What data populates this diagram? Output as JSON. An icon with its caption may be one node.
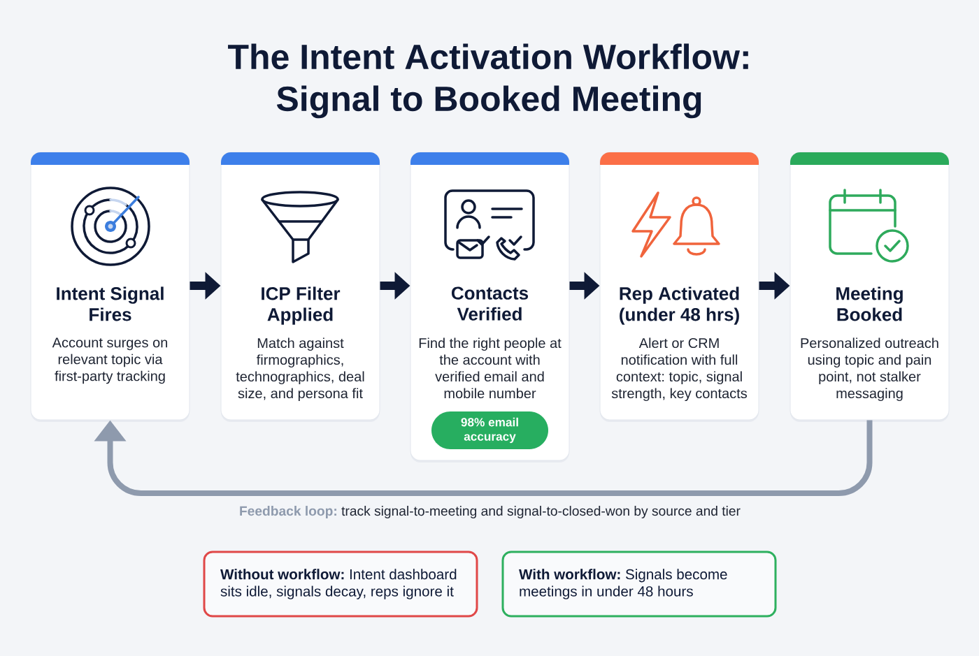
{
  "diagram": {
    "title": "The Intent Activation Workflow: Signal to Booked Meeting",
    "nodes": [
      {
        "text": [
          "Intent Signal Fires",
          "Account surges on relevant topic via first-party tracking"
        ]
      },
      {
        "text": [
          "ICP Filter Applied",
          "Match against firmographics, technographics, deal size, and persona fit"
        ]
      },
      {
        "text": [
          "Contacts Verified",
          "Find the right people at the account with verified email and mobile number"
        ]
      },
      {
        "text": [
          "98% email accuracy"
        ],
        "in": 2
      },
      {
        "text": [
          "Rep Activated (under 48 hrs)",
          "Alert or CRM notification with full context: topic, signal strength, key contacts"
        ]
      },
      {
        "text": [
          "Meeting Booked",
          "Personalized outreach using topic and pain point, not stalker messaging"
        ]
      },
      {
        "text": [
          "**Without workflow:** Intent dashboard sits idle, signals decay, reps ignore it"
        ]
      },
      {
        "text": [
          "**With workflow:** Signals become meetings in under 48 hours"
        ]
      }
    ],
    "edges": [
      {
        "from": 0,
        "to": 1,
        "arrow": "to"
      },
      {
        "from": 1,
        "to": 2,
        "arrow": "to"
      },
      {
        "from": 2,
        "to": 4,
        "arrow": "to"
      },
      {
        "from": 4,
        "to": 5,
        "arrow": "to"
      },
      {
        "from": 5,
        "to": 0,
        "arrow": "to",
        "label": "**Feedback loop:** track signal-to-meeting and signal-to-closed-won by source and tier",
        "color": "#8e9aad"
      }
    ]
  }
}
